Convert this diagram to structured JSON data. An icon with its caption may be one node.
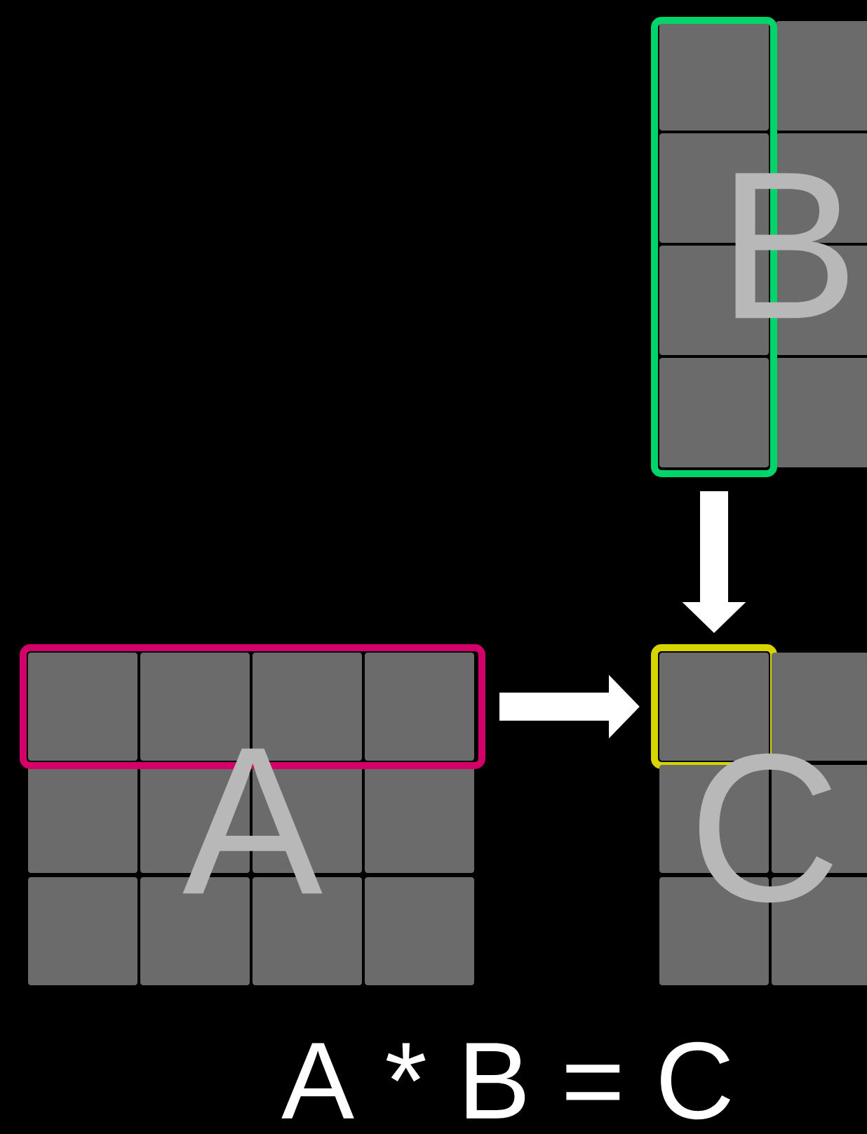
{
  "diagram": {
    "nodes": [
      {
        "text": [
          "B"
        ]
      },
      {
        "text": [],
        "shape": "box",
        "in": 0
      },
      {
        "text": [
          "A"
        ]
      },
      {
        "text": [],
        "shape": "box",
        "in": 2
      },
      {
        "text": [],
        "shape": "box",
        "in": 5
      },
      {
        "text": [
          "C"
        ]
      }
    ],
    "edges": [
      {
        "from": 1,
        "to": 4,
        "arrow": "to"
      },
      {
        "from": 3,
        "to": 4,
        "arrow": "to"
      }
    ],
    "labels": [
      "A * B = C"
    ]
  }
}
